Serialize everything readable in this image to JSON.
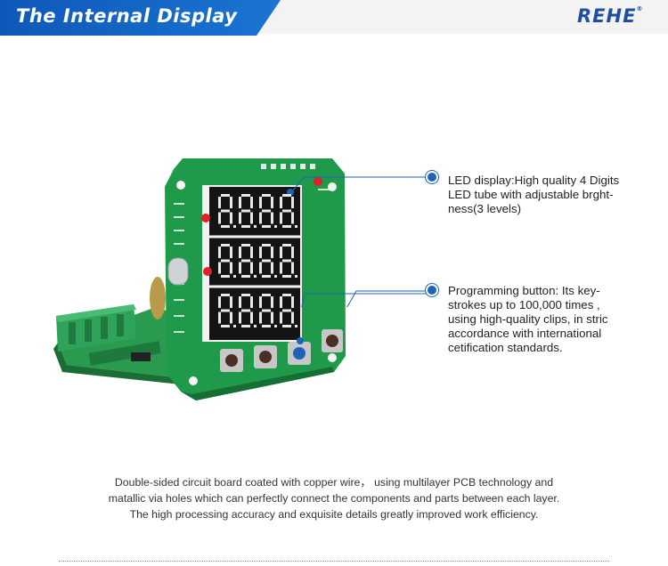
{
  "header": {
    "title": "The Internal Display",
    "brand": "REHE",
    "brand_mark": "®"
  },
  "colors": {
    "banner_blue": "#1565c0",
    "accent_blue": "#1e63b8",
    "pcb_green": "#1f9a4a",
    "led_red": "#e0202a"
  },
  "callouts": [
    {
      "text": "LED display:High quality 4 Digits\nLED tube with adjustable brght-\nness(3 levels)"
    },
    {
      "text": "Programming button:  Its key-\nstrokes up to 100,000 times ,\nusing high-quality clips, in stric\naccordance with international\ncetification standards."
    }
  ],
  "caption": {
    "line1": "Double-sided circuit board coated with copper wire， using multilayer PCB technology and",
    "line2": "matallic via holes which can perfectly connect the components and parts between each layer.",
    "line3": "The high processing accuracy and exquisite details greatly improved work efficiency."
  }
}
